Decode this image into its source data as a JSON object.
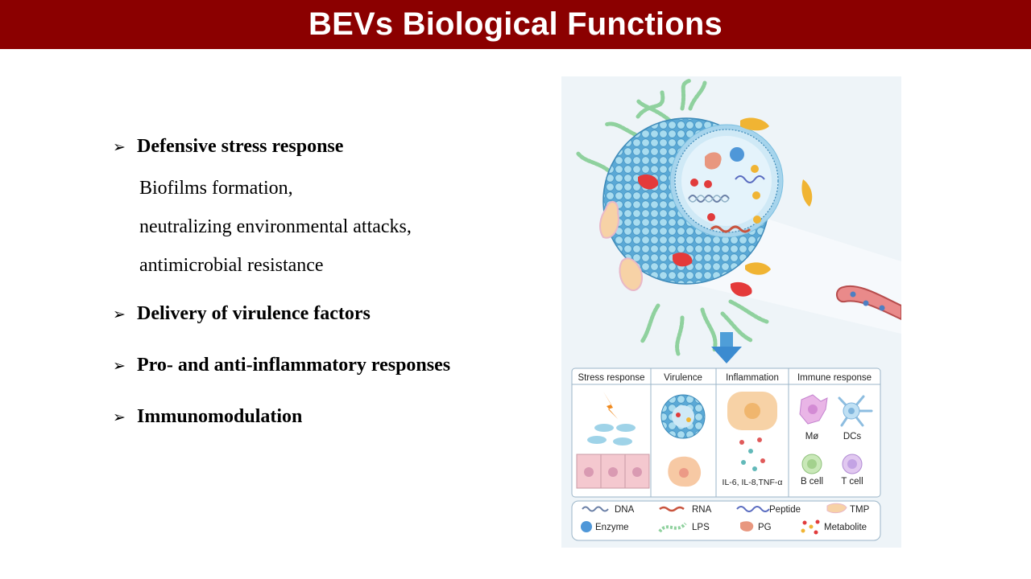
{
  "title": "BEVs Biological Functions",
  "bullets": [
    {
      "label": "Defensive stress response",
      "sub": [
        "Biofilms formation,",
        "neutralizing environmental attacks,",
        "antimicrobial resistance"
      ]
    },
    {
      "label": "Delivery of virulence factors"
    },
    {
      "label": "Pro- and anti-inflammatory responses"
    },
    {
      "label": "Immunomodulation"
    }
  ],
  "figure": {
    "panels": [
      "Stress response",
      "Virulence",
      "Inflammation",
      "Immune response"
    ],
    "cytokines": "IL-6, IL-8,TNF-α",
    "immune_cells": [
      "Mø",
      "DCs",
      "B cell",
      "T cell"
    ],
    "legend": [
      "DNA",
      "RNA",
      "Peptide",
      "TMP",
      "Enzyme",
      "LPS",
      "PG",
      "Metabolite"
    ]
  }
}
